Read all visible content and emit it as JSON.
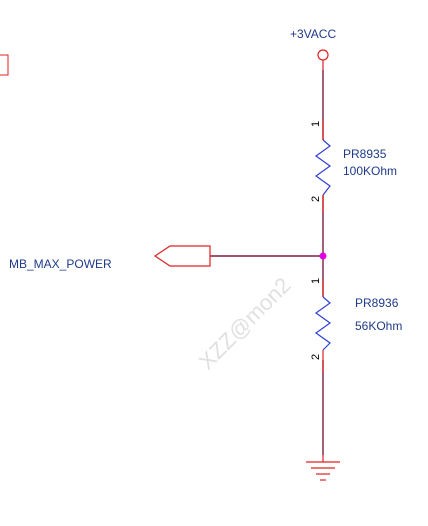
{
  "power": {
    "label": "+3VACC"
  },
  "net": {
    "label": "MB_MAX_POWER"
  },
  "resistors": [
    {
      "ref": "PR8935",
      "value": "100KOhm",
      "pin_top": "1",
      "pin_bottom": "2"
    },
    {
      "ref": "PR8936",
      "value": "56KOhm",
      "pin_top": "1",
      "pin_bottom": "2"
    }
  ],
  "watermark": {
    "text": "XZZ@mon2"
  },
  "colors": {
    "wire": "#7a1f3a",
    "resistor": "#2f3fd6",
    "symbol": "#e02020",
    "junction": "#e000e0",
    "text": "#1f3a8a"
  }
}
